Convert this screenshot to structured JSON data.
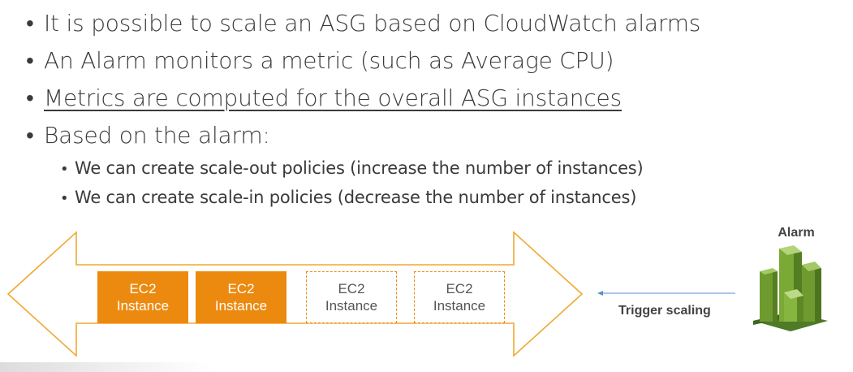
{
  "bullets": [
    {
      "text": "It is possible to scale an ASG based on CloudWatch alarms"
    },
    {
      "text": "An Alarm monitors a metric (such as Average CPU)"
    },
    {
      "text": "Metrics are computed for the overall ASG instances",
      "underlined": true
    },
    {
      "text": "Based on the alarm:"
    }
  ],
  "sub_bullets": [
    {
      "text": "We can create scale-out policies (increase the number of instances)"
    },
    {
      "text": "We can create scale-in policies (decrease the number of instances)"
    }
  ],
  "diagram": {
    "instances": [
      {
        "line1": "EC2",
        "line2": "Instance",
        "style": "filled"
      },
      {
        "line1": "EC2",
        "line2": "Instance",
        "style": "filled"
      },
      {
        "line1": "EC2",
        "line2": "Instance",
        "style": "dashed"
      },
      {
        "line1": "EC2",
        "line2": "Instance",
        "style": "dashed"
      }
    ],
    "trigger_label": "Trigger scaling",
    "alarm_label": "Alarm",
    "colors": {
      "instance_orange": "#ec8a10",
      "arrow_outline": "#f0a830",
      "alarm_green": "#6e9a2f"
    }
  }
}
